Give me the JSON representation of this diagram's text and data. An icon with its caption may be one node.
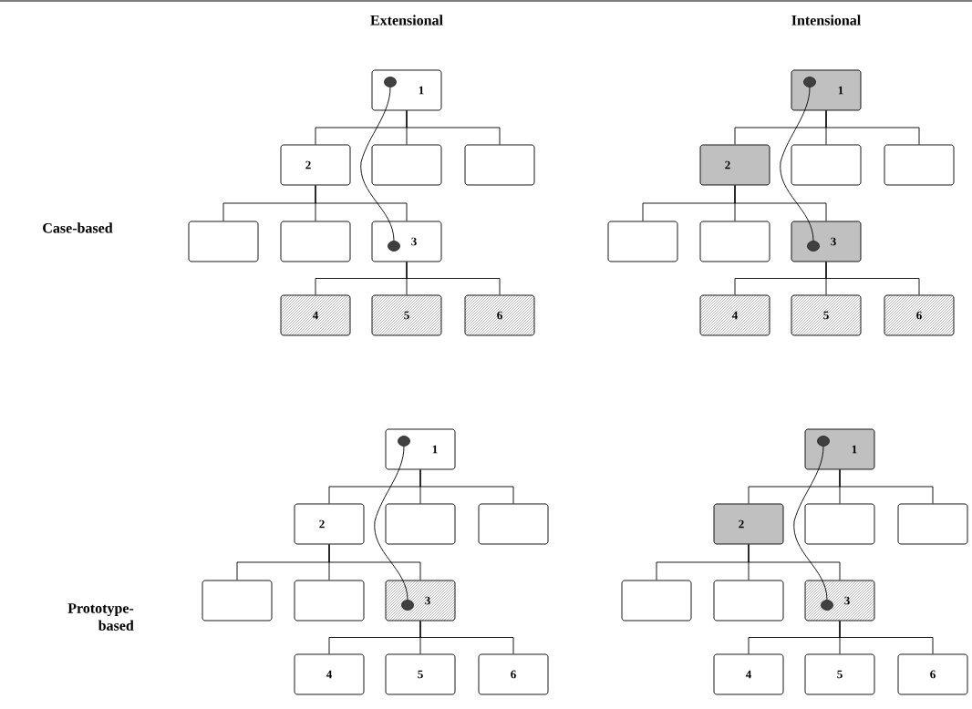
{
  "diagram": {
    "nodes": [
      {
        "text": [
          "1"
        ]
      },
      {
        "text": [],
        "shape": "circle",
        "in": 0
      },
      {
        "text": [
          "2"
        ]
      },
      {
        "text": [],
        "shape": "box"
      },
      {
        "text": [],
        "shape": "box"
      },
      {
        "text": [],
        "shape": "box"
      },
      {
        "text": [],
        "shape": "box"
      },
      {
        "text": [
          "3"
        ]
      },
      {
        "text": [],
        "shape": "circle",
        "in": 7
      },
      {
        "text": [
          "4"
        ]
      },
      {
        "text": [
          "5"
        ]
      },
      {
        "text": [
          "6"
        ]
      },
      {
        "text": [
          "1"
        ]
      },
      {
        "text": [],
        "shape": "circle",
        "in": 12
      },
      {
        "text": [
          "2"
        ]
      },
      {
        "text": [],
        "shape": "box"
      },
      {
        "text": [],
        "shape": "box"
      },
      {
        "text": [],
        "shape": "box"
      },
      {
        "text": [],
        "shape": "box"
      },
      {
        "text": [
          "3"
        ]
      },
      {
        "text": [],
        "shape": "circle",
        "in": 19
      },
      {
        "text": [
          "4"
        ]
      },
      {
        "text": [
          "5"
        ]
      },
      {
        "text": [
          "6"
        ]
      },
      {
        "text": [
          "1"
        ]
      },
      {
        "text": [],
        "shape": "circle",
        "in": 24
      },
      {
        "text": [
          "2"
        ]
      },
      {
        "text": [],
        "shape": "box"
      },
      {
        "text": [],
        "shape": "box"
      },
      {
        "text": [],
        "shape": "box"
      },
      {
        "text": [],
        "shape": "box"
      },
      {
        "text": [
          "3"
        ]
      },
      {
        "text": [],
        "shape": "circle",
        "in": 31
      },
      {
        "text": [
          "4"
        ]
      },
      {
        "text": [
          "5"
        ]
      },
      {
        "text": [
          "6"
        ]
      },
      {
        "text": [
          "1"
        ]
      },
      {
        "text": [],
        "shape": "circle",
        "in": 36
      },
      {
        "text": [
          "2"
        ]
      },
      {
        "text": [],
        "shape": "box"
      },
      {
        "text": [],
        "shape": "box"
      },
      {
        "text": [],
        "shape": "box"
      },
      {
        "text": [],
        "shape": "box"
      },
      {
        "text": [
          "3"
        ]
      },
      {
        "text": [],
        "shape": "circle",
        "in": 43
      },
      {
        "text": [
          "4"
        ]
      },
      {
        "text": [
          "5"
        ]
      },
      {
        "text": [
          "6"
        ]
      }
    ],
    "edges": [
      {
        "from": 0,
        "to": 2,
        "arrow": "none"
      },
      {
        "from": 0,
        "to": 3,
        "arrow": "none"
      },
      {
        "from": 0,
        "to": 4,
        "arrow": "none"
      },
      {
        "from": 2,
        "to": 5,
        "arrow": "none"
      },
      {
        "from": 2,
        "to": 6,
        "arrow": "none"
      },
      {
        "from": 2,
        "to": 7,
        "arrow": "none"
      },
      {
        "from": 7,
        "to": 9,
        "arrow": "none"
      },
      {
        "from": 7,
        "to": 10,
        "arrow": "none"
      },
      {
        "from": 7,
        "to": 11,
        "arrow": "none"
      },
      {
        "from": 1,
        "to": 8,
        "arrow": "none"
      },
      {
        "from": 12,
        "to": 14,
        "arrow": "none"
      },
      {
        "from": 12,
        "to": 15,
        "arrow": "none"
      },
      {
        "from": 12,
        "to": 16,
        "arrow": "none"
      },
      {
        "from": 14,
        "to": 17,
        "arrow": "none"
      },
      {
        "from": 14,
        "to": 18,
        "arrow": "none"
      },
      {
        "from": 14,
        "to": 19,
        "arrow": "none"
      },
      {
        "from": 19,
        "to": 21,
        "arrow": "none"
      },
      {
        "from": 19,
        "to": 22,
        "arrow": "none"
      },
      {
        "from": 19,
        "to": 23,
        "arrow": "none"
      },
      {
        "from": 13,
        "to": 20,
        "arrow": "none"
      },
      {
        "from": 24,
        "to": 26,
        "arrow": "none"
      },
      {
        "from": 24,
        "to": 27,
        "arrow": "none"
      },
      {
        "from": 24,
        "to": 28,
        "arrow": "none"
      },
      {
        "from": 26,
        "to": 29,
        "arrow": "none"
      },
      {
        "from": 26,
        "to": 30,
        "arrow": "none"
      },
      {
        "from": 26,
        "to": 31,
        "arrow": "none"
      },
      {
        "from": 31,
        "to": 33,
        "arrow": "none"
      },
      {
        "from": 31,
        "to": 34,
        "arrow": "none"
      },
      {
        "from": 31,
        "to": 35,
        "arrow": "none"
      },
      {
        "from": 25,
        "to": 32,
        "arrow": "none"
      },
      {
        "from": 36,
        "to": 38,
        "arrow": "none"
      },
      {
        "from": 36,
        "to": 39,
        "arrow": "none"
      },
      {
        "from": 36,
        "to": 40,
        "arrow": "none"
      },
      {
        "from": 38,
        "to": 41,
        "arrow": "none"
      },
      {
        "from": 38,
        "to": 42,
        "arrow": "none"
      },
      {
        "from": 38,
        "to": 43,
        "arrow": "none"
      },
      {
        "from": 43,
        "to": 45,
        "arrow": "none"
      },
      {
        "from": 43,
        "to": 46,
        "arrow": "none"
      },
      {
        "from": 43,
        "to": 47,
        "arrow": "none"
      },
      {
        "from": 37,
        "to": 44,
        "arrow": "none"
      }
    ],
    "labels": [
      "Extensional",
      "Intensional",
      "Case-based",
      "Prototype-based"
    ]
  }
}
